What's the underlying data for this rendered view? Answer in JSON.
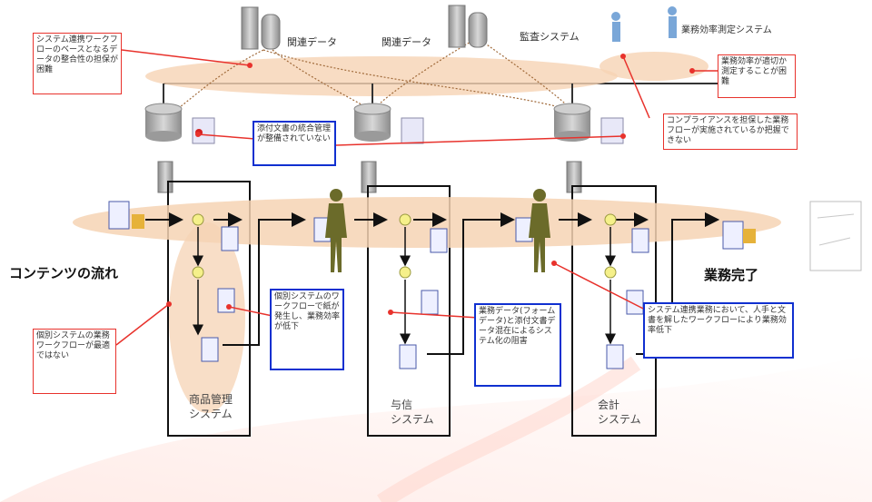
{
  "related_data": [
    "関連データ",
    "関連データ"
  ],
  "kansa_system": "監査システム",
  "gyomu_sokutei_system": "業務効率測定システム",
  "contents_flow": "コンテンツの流れ",
  "gyomu_kanryo": "業務完了",
  "systems": [
    {
      "label": "商品管理\nシステム"
    },
    {
      "label": "与信\nシステム"
    },
    {
      "label": "会計\nシステム"
    }
  ],
  "callouts": {
    "top_left": "システム連携ワークフローのベースとなるデータの整合性の担保が困難",
    "attach_doc": "添付文書の統合管理が整備されていない",
    "efficiency": "業務効率が適切か測定することが困難",
    "compliance": "コンプライアンスを担保した業務フローが実施されているか把握できない",
    "individual_left": "個別システムの業務ワークフローが最適ではない",
    "individual_mid": "個別システムのワークフローで紙が発生し、業務効率が低下",
    "form_data": "業務データ(フォームデータ)と添付文書データ混在によるシステム化の阻害",
    "system_link": "システム連携業務において、人手と文書を解したワークフローにより業務効率低下"
  },
  "colors": {
    "band": "#f6d3b4",
    "callout_red": "#e8322c",
    "callout_blue": "#1030d0",
    "server": "#a8a8a8",
    "person": "#6b6b2a",
    "node": "#f5f08a"
  }
}
